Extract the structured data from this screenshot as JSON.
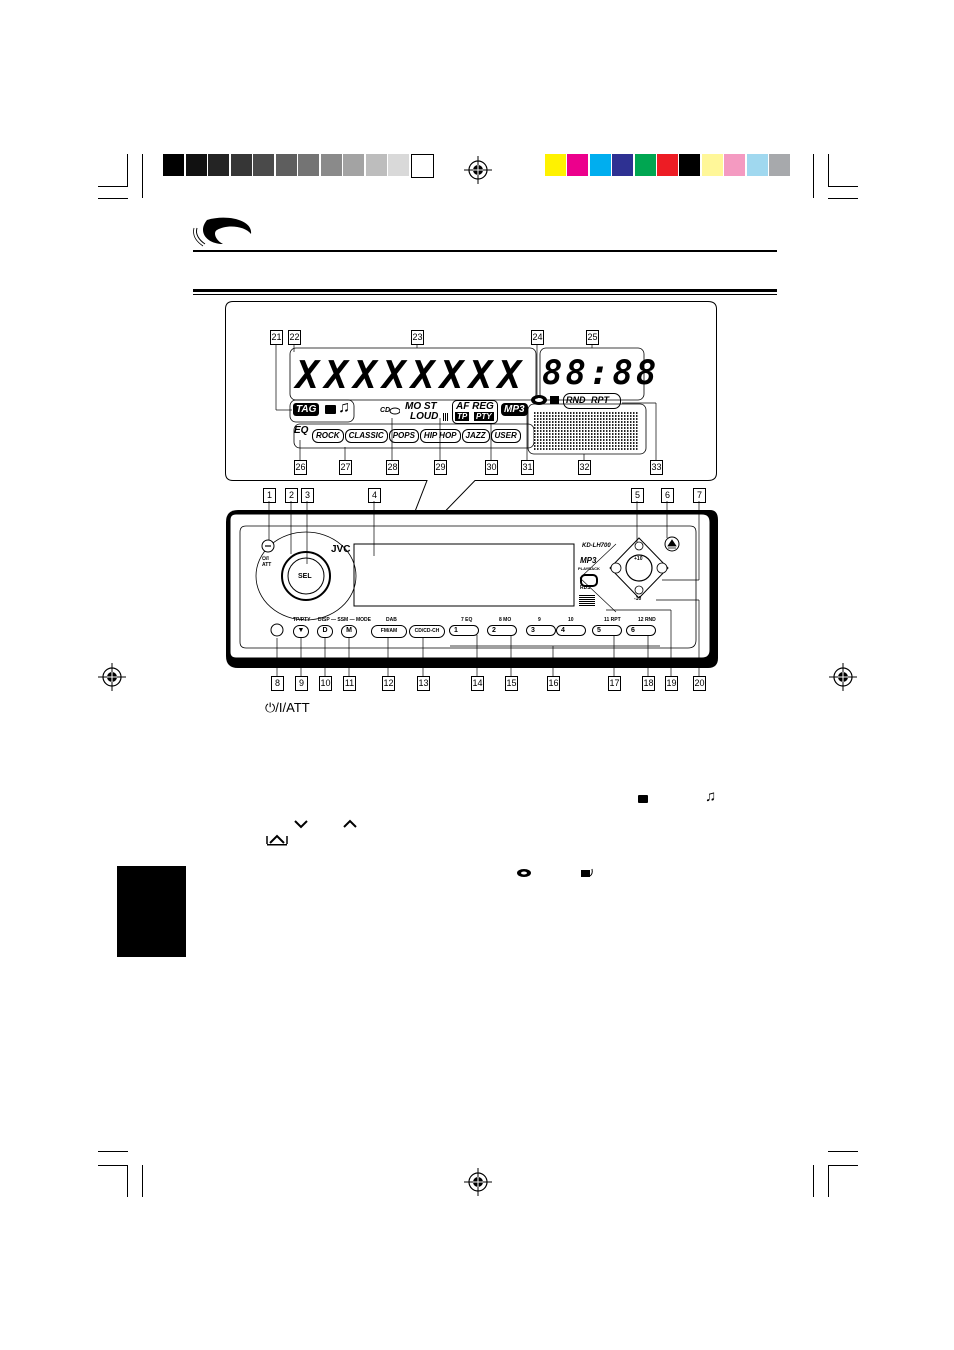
{
  "swatches_left": [
    "#000000",
    "#111111",
    "#242424",
    "#363636",
    "#4a4a4a",
    "#5e5e5e",
    "#747474",
    "#8a8a8a",
    "#a3a3a3",
    "#bdbdbd",
    "#d9d9d9",
    "#ffffff"
  ],
  "swatches_right": [
    "#fff200",
    "#ec008c",
    "#00aeef",
    "#2e3192",
    "#00a651",
    "#ed1c24",
    "#000000",
    "#fff799",
    "#f49ac1",
    "#a0d8ef",
    "#a7a9ac"
  ],
  "lcd": {
    "main_chars": "XXXXXXXX",
    "sub_chars": "88:88",
    "tag_label": "TAG",
    "most_label": "MO ST",
    "loud_label": "LOUD",
    "af_label": "AF REG",
    "tp_label": "TP",
    "pty_label": "PTY",
    "mp3_label": "MP3",
    "rnd_label": "RND",
    "rpt_label": "RPT",
    "eq_label": "EQ",
    "eq_modes": [
      "ROCK",
      "CLASSIC",
      "POPS",
      "HIP HOP",
      "JAZZ",
      "USER"
    ]
  },
  "unit": {
    "brand": "JVC",
    "model": "KD-LH700",
    "mp3_badge": "MP3",
    "playback": "PLAYBACK",
    "rds": "RDS",
    "sel": "SEL",
    "plus10": "+10",
    "minus10": "-10",
    "fm_am": "FM/AM",
    "cd_cdch": "CD/CD-CH",
    "dab": "DAB",
    "tp_pty": "TP/PTY",
    "disp_ssm_mode": "DISP — SSM — MODE",
    "presets": [
      "1",
      "2",
      "3",
      "4",
      "5",
      "6"
    ],
    "preset_labels": [
      "7 EQ",
      "8 MO",
      "9",
      "10",
      "11 RPT",
      "12 RND"
    ]
  },
  "callouts_top": [
    "21",
    "22",
    "23",
    "24",
    "25"
  ],
  "callouts_bottom_lcd": [
    "26",
    "27",
    "28",
    "29",
    "30",
    "31",
    "32",
    "33"
  ],
  "callouts_unit_top": [
    "1",
    "2",
    "3",
    "4",
    "5",
    "6",
    "7"
  ],
  "callouts_unit_bottom": [
    "8",
    "9",
    "10",
    "11",
    "12",
    "13",
    "14",
    "15",
    "16",
    "17",
    "18",
    "19",
    "20"
  ],
  "power_att_label": "⏻/I/ATT",
  "colors": {
    "ink": "#000000",
    "paper": "#ffffff"
  }
}
